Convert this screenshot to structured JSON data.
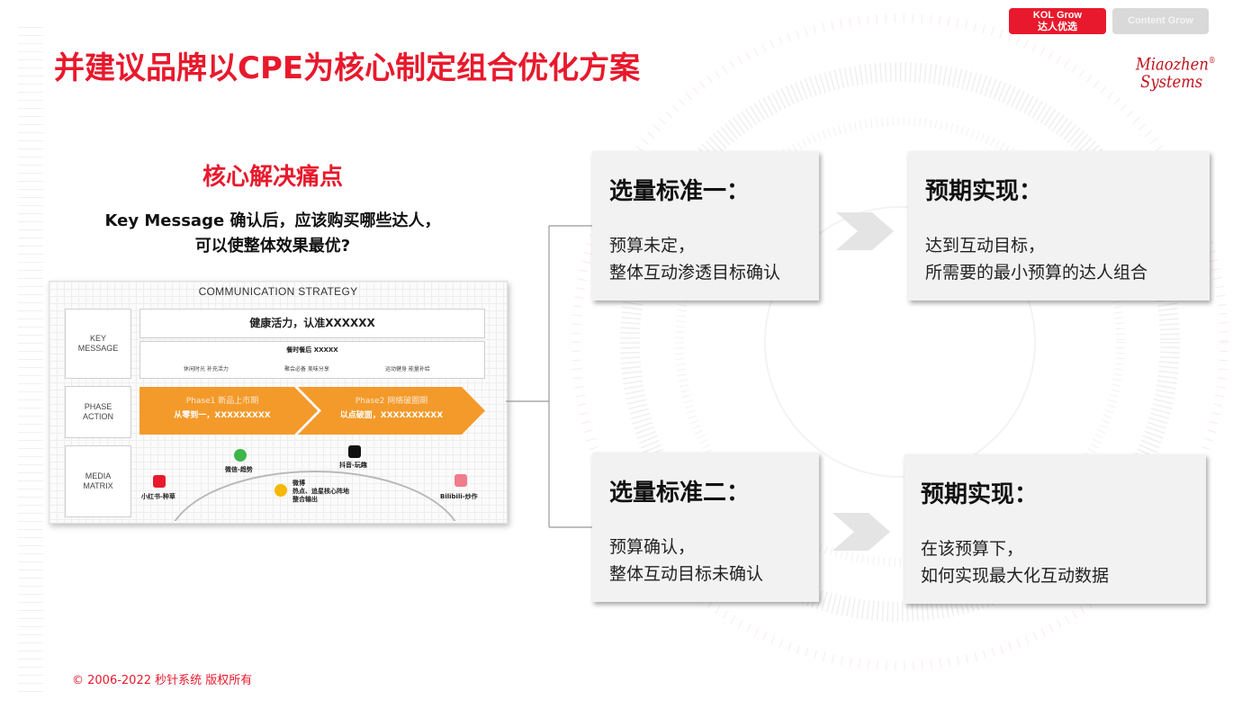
{
  "title": "并建议品牌以CPE为核心制定组合优化方案",
  "tabs": [
    {
      "line1": "KOL Grow",
      "line2": "达人优选",
      "active": true
    },
    {
      "line1": "Content Grow",
      "line2": "",
      "active": false
    }
  ],
  "logo": {
    "line1": "Miaozhen",
    "mark": "®",
    "line2": "Systems"
  },
  "left": {
    "subhead": "核心解决痛点",
    "question_line1": "Key Message 确认后，应该购买哪些达人，",
    "question_line2": "可以使整体效果最优?"
  },
  "strategy": {
    "title": "COMMUNICATION STRATEGY",
    "rows": {
      "key_message": "KEY MESSAGE",
      "phase_action": "PHASE ACTION",
      "media_matrix": "MEDIA MATRIX"
    },
    "key_message_main": "健康活力，认准XXXXXX",
    "key_message_sub_title": "餐时餐后 XXXXX",
    "key_message_subs": [
      "休闲时光 补充活力",
      "聚会必备 美味分享",
      "运动健身 能量补给"
    ],
    "phases": [
      {
        "name": "Phase1 新品上市期",
        "desc": "从零到一，XXXXXXXXX"
      },
      {
        "name": "Phase2 网络破圈期",
        "desc": "以点破面，XXXXXXXXXX"
      }
    ],
    "media": [
      {
        "label": "小红书-种草",
        "icon": "xiaohongshu-icon"
      },
      {
        "label": "微信-趋势",
        "icon": "wechat-icon"
      },
      {
        "label": "微博\n热点、追星核心阵地\n整合输出",
        "icon": "weibo-icon"
      },
      {
        "label": "抖音-玩趣",
        "icon": "douyin-icon"
      },
      {
        "label": "Bilibili-炒作",
        "icon": "bilibili-icon"
      }
    ]
  },
  "criteria": [
    {
      "title": "选量标准一：",
      "body_line1": "预算未定，",
      "body_line2": "整体互动渗透目标确认"
    },
    {
      "title": "选量标准二：",
      "body_line1": "预算确认，",
      "body_line2": "整体互动目标未确认"
    }
  ],
  "outcomes": [
    {
      "title": "预期实现：",
      "body_line1": "达到互动目标，",
      "body_line2": "所需要的最小预算的达人组合"
    },
    {
      "title": "预期实现：",
      "body_line1": "在该预算下，",
      "body_line2": "如何实现最大化互动数据"
    }
  ],
  "copyright": "© 2006-2022 秒针系统 版权所有",
  "colors": {
    "brand_red": "#e8192c",
    "phase_orange": "#f39a2b",
    "card_bg": "#f2f2f2"
  }
}
